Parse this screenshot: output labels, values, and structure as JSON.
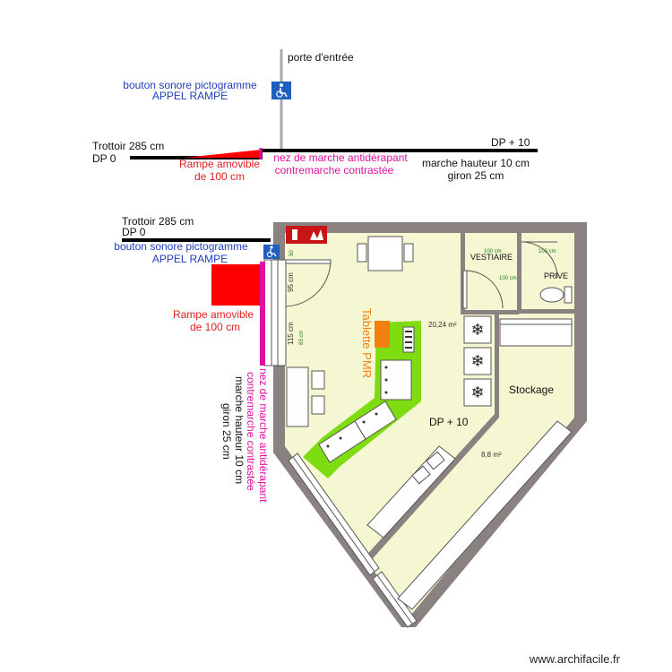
{
  "colors": {
    "wall": "#8a8280",
    "floor": "#f5f7d2",
    "counter": "#7fdc10",
    "ramp": "#ff0000",
    "nosing": "#e010a0",
    "sign_blue": "#1f5fbf",
    "fire_red": "#c81414",
    "tablet_orange": "#f08010",
    "label_blue": "#1f3fbf",
    "label_red": "#e02020"
  },
  "icons": [
    "wheelchair-access-icon",
    "fire-extinguisher-icon",
    "fire-alarm-icon",
    "freezer-snowflake-icon",
    "sink-icon",
    "toilet-icon",
    "cooktop-icon"
  ],
  "top_section": {
    "door_label": "porte d'entrée",
    "bell_label_line1": "bouton sonore pictogramme",
    "bell_label_line2": "APPEL RAMPE",
    "sidewalk_line1": "Trottoir 285 cm",
    "sidewalk_line2": "DP 0",
    "dp_right": "DP + 10",
    "ramp_line1": "Rampe amovible",
    "ramp_line2": "de 100 cm",
    "nosing_line1": "nez de marche antidérapant",
    "nosing_line2": "contremarche contrastée",
    "step_line1": "marche hauteur 10 cm",
    "step_line2": "giron 25 cm"
  },
  "plan": {
    "sidewalk_line1": "Trottoir 285 cm",
    "sidewalk_line2": "DP 0",
    "bell_label_line1": "bouton sonore pictogramme",
    "bell_label_line2": "APPEL RAMPE",
    "ramp_line1": "Rampe amovible",
    "ramp_line2": "de 100 cm",
    "vertical_magenta_line1": "nez de marche antidérapant",
    "vertical_magenta_line2": "contremarche contrastée",
    "vertical_black_line1": "marche hauteur 10 cm",
    "vertical_black_line2": "giron 25 cm",
    "tablet_label": "Tablette PMR",
    "main_area": "20,24 m²",
    "main_level": "DP + 10",
    "vestiaire": "VESTIAIRE",
    "prive": "PRIVE",
    "stockage": "Stockage",
    "stock_area": "8,8 m²",
    "dim_50": "50",
    "dim_95": "95 cm",
    "dim_115": "115 cm",
    "dim_100_a": "100 cm",
    "dim_100_b": "100 cm",
    "dim_100_c": "100 cm",
    "dim_83": "83 cm"
  },
  "watermark": "www.archifacile.fr"
}
